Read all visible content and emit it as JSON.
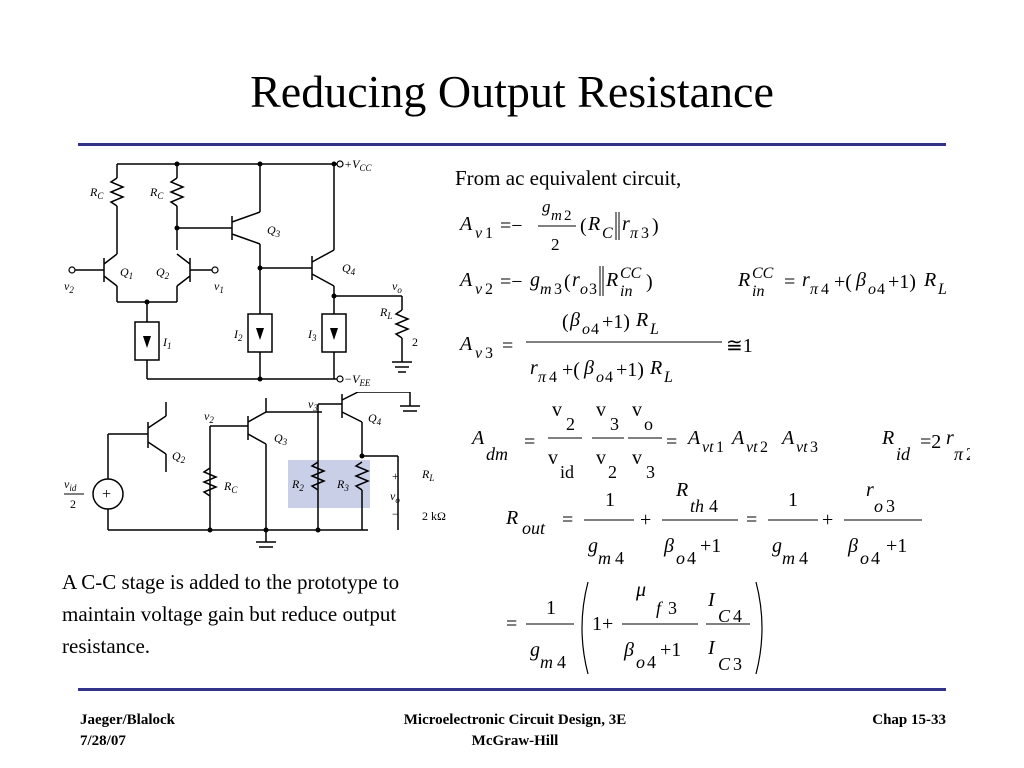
{
  "slide": {
    "title": "Reducing Output Resistance",
    "intro": "From ac equivalent circuit,",
    "description": "A C-C stage is added to the prototype to maintain voltage gain but reduce output resistance."
  },
  "circuit_top": {
    "vcc": "+V",
    "vcc_sub": "CC",
    "vee": "−V",
    "vee_sub": "EE",
    "rc": "R",
    "rc_sub": "C",
    "q1": "Q",
    "q1_sub": "1",
    "q2": "Q",
    "q2_sub": "2",
    "q3": "Q",
    "q3_sub": "3",
    "q4": "Q",
    "q4_sub": "4",
    "v1": "v",
    "v1_sub": "1",
    "v2": "v",
    "v2_sub": "2",
    "vo": "v",
    "vo_sub": "o",
    "rl": "R",
    "rl_sub": "L",
    "rl_val": "2",
    "i1": "I",
    "i1_sub": "1",
    "i2": "I",
    "i2_sub": "2",
    "i3": "I",
    "i3_sub": "3"
  },
  "circuit_bottom": {
    "vid": "v",
    "vid_sub": "id",
    "vid_den": "2",
    "v2": "v",
    "v2_sub": "2",
    "v3": "v",
    "v3_sub": "3",
    "q2": "Q",
    "q2_sub": "2",
    "q3": "Q",
    "q3_sub": "3",
    "q4": "Q",
    "q4_sub": "4",
    "rc": "R",
    "rc_sub": "C",
    "r2": "R",
    "r2_sub": "2",
    "r3": "R",
    "r3_sub": "3",
    "vo": "v",
    "vo_sub": "o",
    "rl": "R",
    "rl_sub": "L",
    "rl_val": "2 kΩ",
    "plus": "+",
    "minus": "−"
  },
  "footer": {
    "left1": "Jaeger/Blalock",
    "left2": "7/28/07",
    "center1": "Microelectronic Circuit Design, 3E",
    "center2": "McGraw-Hill",
    "right": "Chap 15-33"
  }
}
